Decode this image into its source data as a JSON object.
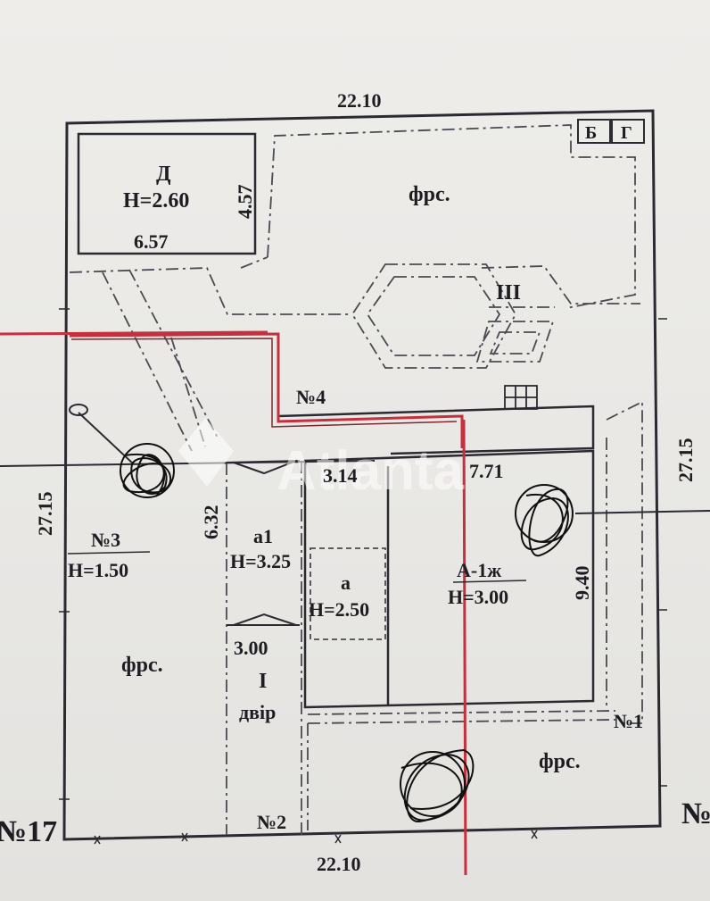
{
  "dimensions": {
    "top_width": "22.10",
    "bottom_width": "22.10",
    "left_depth": "27.15",
    "right_depth": "27.15"
  },
  "building_d": {
    "letter": "Д",
    "height": "Н=2.60",
    "width": "6.57",
    "depth": "4.57"
  },
  "corner_marks": [
    "Б",
    "Г"
  ],
  "zones": {
    "top_right": "фрс.",
    "left": "фрс.",
    "bottom_right": "фрс."
  },
  "roman_three": "III",
  "markers": {
    "n4": "№4",
    "n3": "№3",
    "n1": "№1",
    "n2": "№2",
    "n17": "№17",
    "n_edge": "№"
  },
  "fence_n3": {
    "height": "Н=1.50"
  },
  "canopy_a1": {
    "letter": "а1",
    "height": "Н=3.25",
    "depth": "6.32"
  },
  "porch_a": {
    "letter": "а",
    "height": "Н=2.50",
    "width": "3.14"
  },
  "house_a": {
    "letter": "А-1ж",
    "height": "Н=3.00",
    "width": "7.71",
    "depth": "9.40"
  },
  "yard": {
    "width": "3.00",
    "roman": "I",
    "label": "двір"
  },
  "watermark": "Atlanta",
  "colors": {
    "line": "#2a2a30",
    "red": "#c4303d",
    "paper": "#ecebe8"
  }
}
